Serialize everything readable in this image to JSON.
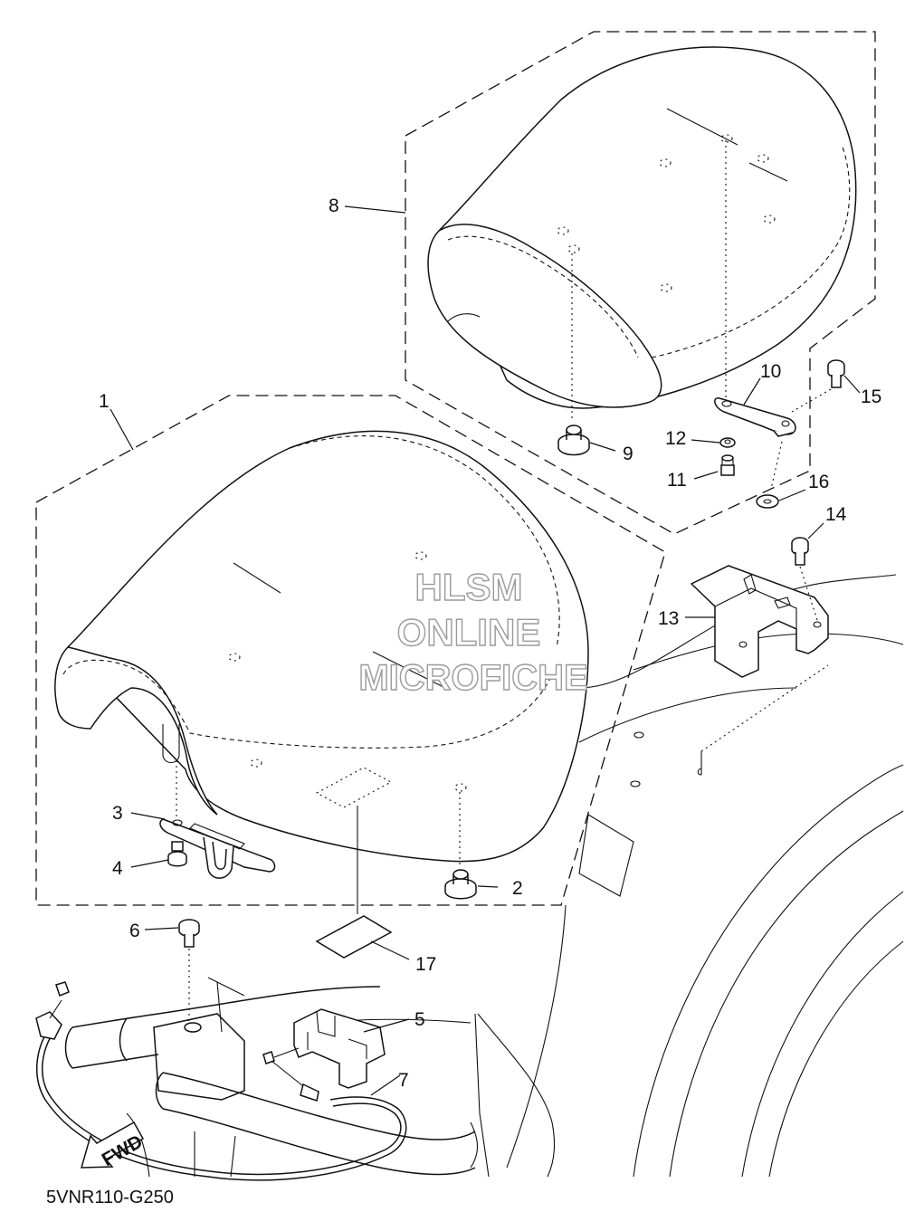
{
  "diagram_code": "5VNR110-G250",
  "watermark": {
    "line1": "HLSM",
    "line2": "ONLINE",
    "line3": "MICROFICHE"
  },
  "fwd_label": "FWD",
  "callouts": [
    "1",
    "2",
    "3",
    "4",
    "5",
    "6",
    "7",
    "8",
    "9",
    "10",
    "11",
    "12",
    "13",
    "14",
    "15",
    "16",
    "17"
  ]
}
